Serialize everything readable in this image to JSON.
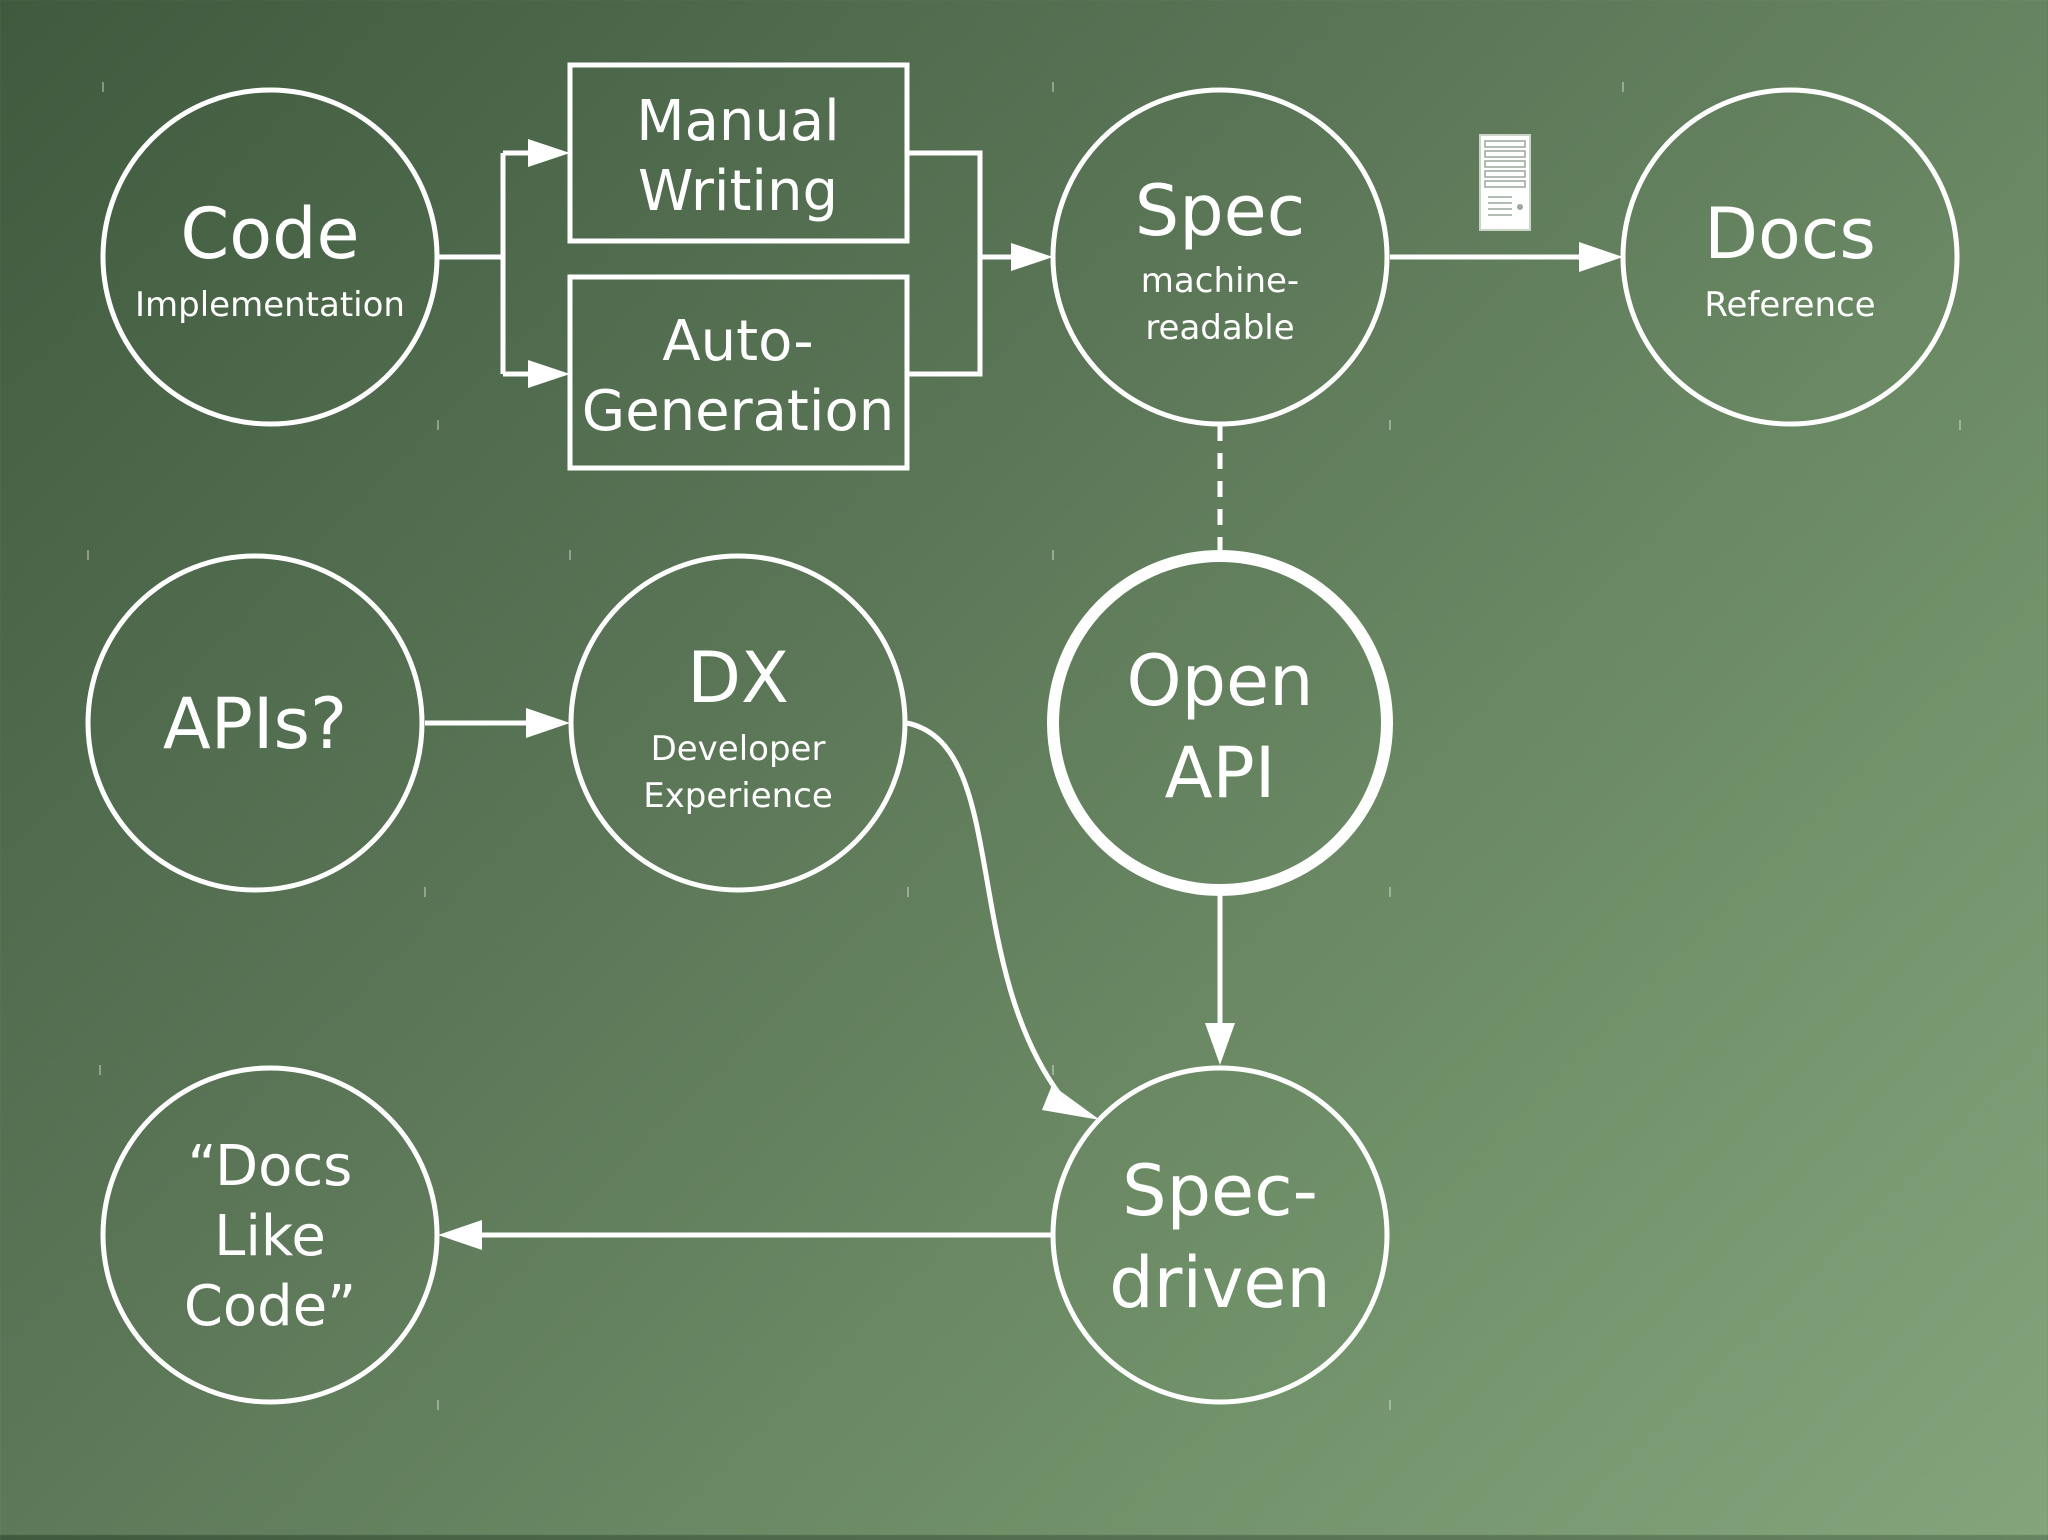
{
  "nodes": {
    "code": {
      "title": "Code",
      "subtitle": "Implementation"
    },
    "manual": {
      "line1": "Manual",
      "line2": "Writing"
    },
    "auto": {
      "line1": "Auto-",
      "line2": "Generation"
    },
    "spec": {
      "title": "Spec",
      "sub1": "machine-",
      "sub2": "readable"
    },
    "docs": {
      "title": "Docs",
      "subtitle": "Reference"
    },
    "apis": {
      "title": "APIs?"
    },
    "dx": {
      "title": "DX",
      "sub1": "Developer",
      "sub2": "Experience"
    },
    "openapi": {
      "line1": "Open",
      "line2": "API"
    },
    "specdriven": {
      "line1": "Spec-",
      "line2": "driven"
    },
    "docslikecode": {
      "line1": "“Docs",
      "line2": "Like",
      "line3": "Code”"
    }
  },
  "colors": {
    "stroke": "#ffffff",
    "bg_start": "#3f5a3e",
    "bg_end": "#83a57c"
  },
  "icons": {
    "spec_to_docs": "server-icon"
  }
}
